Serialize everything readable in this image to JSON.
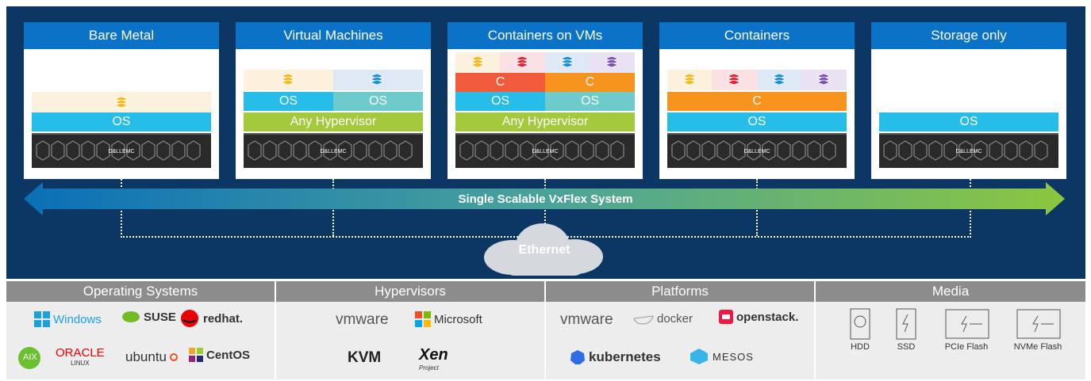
{
  "cards": [
    {
      "title": "Bare Metal",
      "os": "OS"
    },
    {
      "title": "Virtual Machines",
      "os_left": "OS",
      "os_right": "OS",
      "hypervisor": "Any Hypervisor"
    },
    {
      "title": "Containers on VMs",
      "c_left": "C",
      "c_right": "C",
      "os_left": "OS",
      "os_right": "OS",
      "hypervisor": "Any Hypervisor"
    },
    {
      "title": "Containers",
      "c": "C",
      "os": "OS"
    },
    {
      "title": "Storage only",
      "os": "OS"
    }
  ],
  "server_brand": "D&LLEMC",
  "system_label": "Single Scalable VxFlex System",
  "network_label": "Ethernet",
  "categories": [
    {
      "title": "Operating Systems",
      "logos": [
        "Windows",
        "SUSE",
        "redhat.",
        "AIX",
        "ORACLE",
        "LINUX",
        "ubuntu",
        "CentOS"
      ]
    },
    {
      "title": "Hypervisors",
      "logos": [
        "vmware",
        "Microsoft",
        "KVM",
        "Xen",
        "Project"
      ]
    },
    {
      "title": "Platforms",
      "logos": [
        "vmware",
        "docker",
        "openstack.",
        "kubernetes",
        "MESOS"
      ]
    },
    {
      "title": "Media",
      "logos": [
        "HDD",
        "SSD",
        "PCIe Flash",
        "NVMe Flash"
      ]
    }
  ],
  "colors": {
    "background": "#0c3664",
    "card_header": "#0a73c8",
    "os": "#27bde9",
    "hypervisor": "#a4c93d",
    "container": "#f7941d",
    "category_header": "#8c8c8c"
  }
}
